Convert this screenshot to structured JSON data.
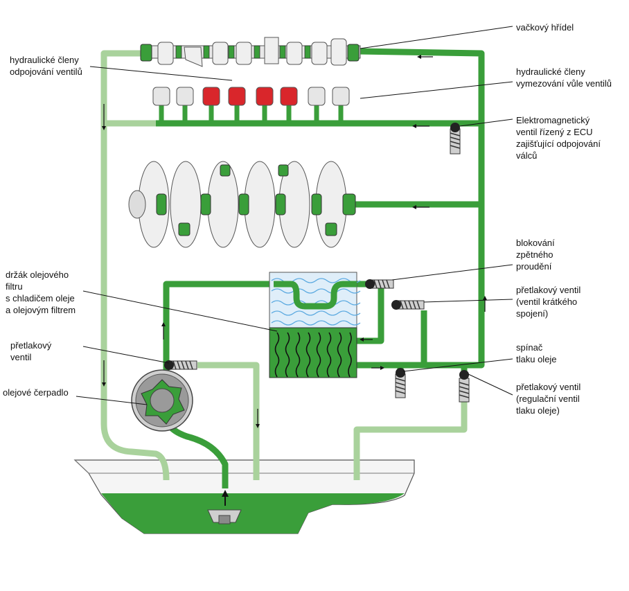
{
  "diagram": {
    "labels": {
      "camshaft": "vačkový hřídel",
      "disconnect_elements": "hydraulické členy\nodpojování ventilů",
      "lash_elements": "hydraulické členy\nvymezování vůle ventilů",
      "solenoid_valve": "Elektromagnetický\nventil řízený z ECU\nzajišťující odpojování\nválců",
      "backflow_block": "blokování\nzpětného\nproudění",
      "bypass_valve": "přetlakový ventil\n(ventil krátkého\nspojení)",
      "filter_holder": "držák olejového\nfiltru\ns chladičem oleje\na olejovým filtrem",
      "relief_valve_left": "přetlakový\nventil",
      "pressure_switch": "spínač\ntlaku oleje",
      "oil_pump": "olejové čerpadlo",
      "regulating_valve": "přetlakový ventil\n(regulační ventil\ntlaku oleje)"
    },
    "colors": {
      "pressure_oil": "#3a9e3a",
      "return_oil": "#a9d29c",
      "active_lifter": "#d9262b",
      "inactive_lifter": "#e6e6e6",
      "cooler_water": "#dfeef9",
      "wave": "#5aa9e0",
      "outline": "#333333"
    }
  }
}
